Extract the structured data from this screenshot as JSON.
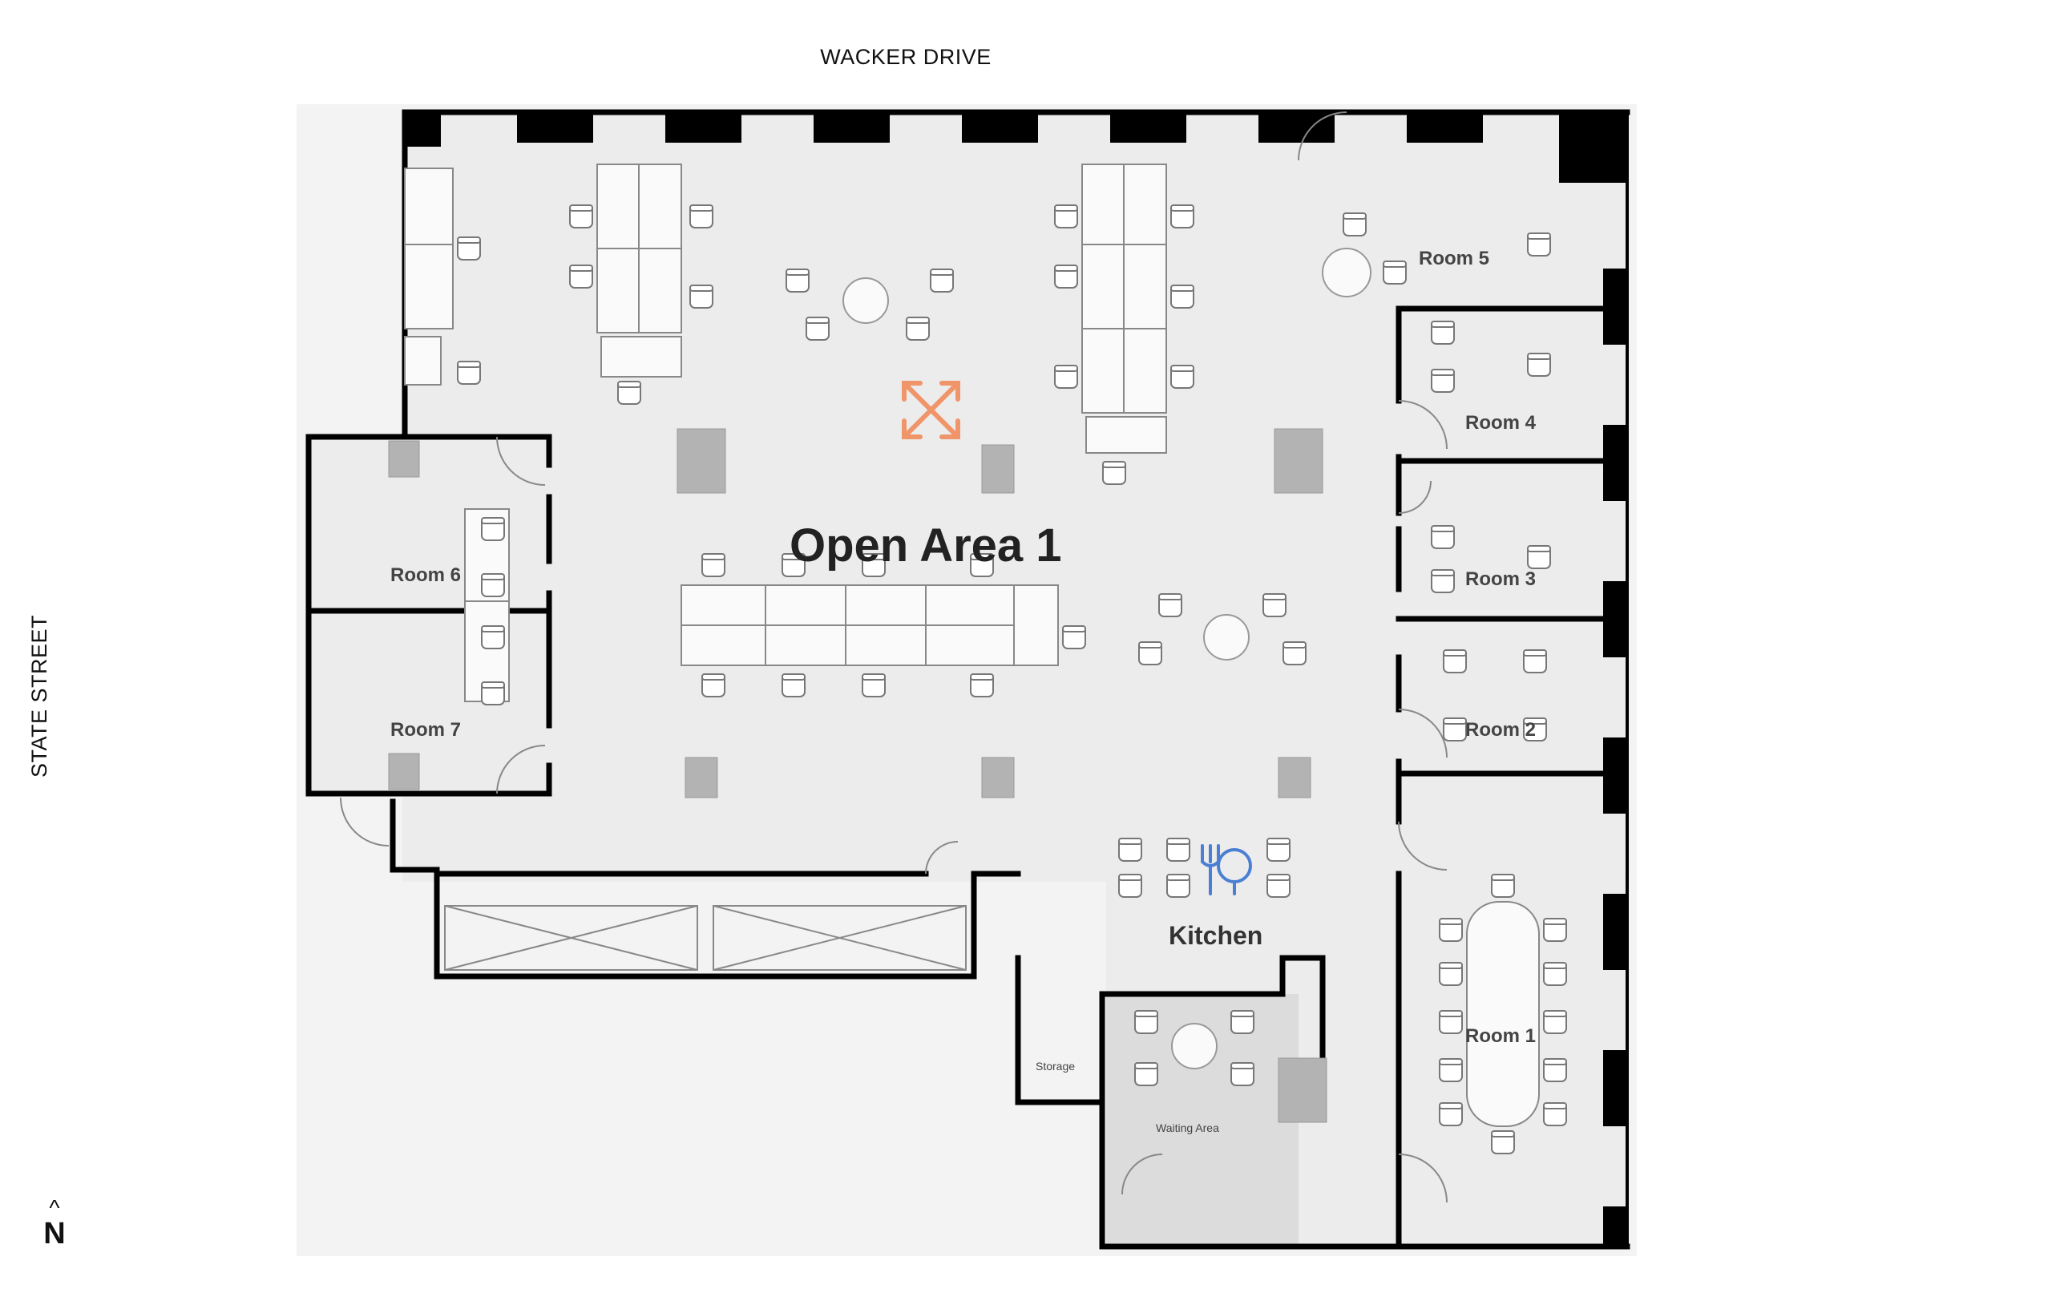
{
  "streets": {
    "north": "WACKER DRIVE",
    "west": "STATE STREET"
  },
  "compass": {
    "letter": "N"
  },
  "areas": {
    "open_area": "Open Area 1",
    "kitchen": "Kitchen",
    "waiting": "Waiting Area",
    "storage": "Storage"
  },
  "rooms": [
    {
      "id": "room-1",
      "label": "Room 1"
    },
    {
      "id": "room-2",
      "label": "Room 2"
    },
    {
      "id": "room-3",
      "label": "Room 3"
    },
    {
      "id": "room-4",
      "label": "Room 4"
    },
    {
      "id": "room-5",
      "label": "Room 5"
    },
    {
      "id": "room-6",
      "label": "Room 6"
    },
    {
      "id": "room-7",
      "label": "Room 7"
    }
  ],
  "icons": {
    "expand": "expand-arrows-icon",
    "kitchen": "fork-knife-icon"
  },
  "colors": {
    "wall": "#000000",
    "floor": "#efefef",
    "column": "#b3b3b3",
    "accent": "#f0956a",
    "kitchen_icon": "#4a7fd4"
  }
}
